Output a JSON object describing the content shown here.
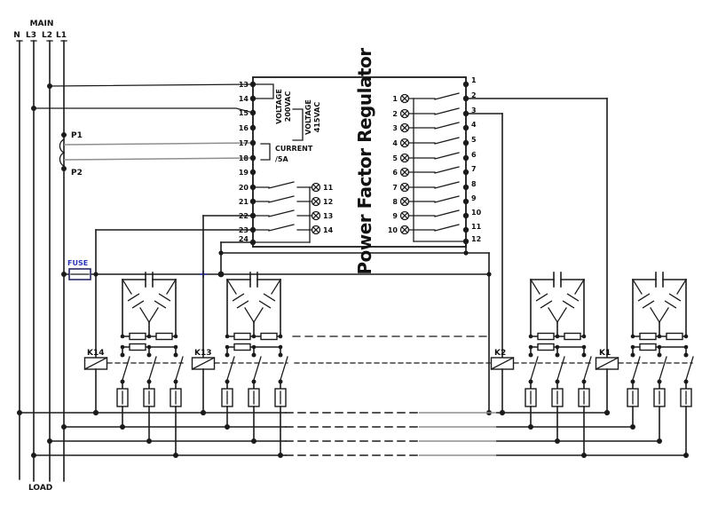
{
  "header": {
    "main_label": "MAIN",
    "load_label": "LOAD"
  },
  "phases": {
    "n": "N",
    "l3": "L3",
    "l2": "L2",
    "l1": "L1"
  },
  "ct": {
    "p1": "P1",
    "p2": "P2"
  },
  "fuse": {
    "label": "FUSE"
  },
  "regulator": {
    "title": "Power Factor Regulator",
    "left_pins": [
      "13",
      "14",
      "15",
      "16",
      "17",
      "18",
      "19",
      "20",
      "21",
      "22",
      "23",
      "24"
    ],
    "right_pins": [
      "1",
      "2",
      "3",
      "4",
      "5",
      "6",
      "7",
      "8",
      "9",
      "10",
      "11",
      "12"
    ],
    "voltage_input_1": {
      "line1": "VOLTAGE",
      "line2": "200VAC"
    },
    "voltage_input_2": {
      "line1": "VOLTAGE",
      "line2": "415VAC"
    },
    "current_input": {
      "line1": "CURRENT",
      "line2": "/5A"
    },
    "aux_terminals": [
      "11",
      "12",
      "13",
      "14"
    ],
    "relay_terminals": [
      "1",
      "2",
      "3",
      "4",
      "5",
      "6",
      "7",
      "8",
      "9",
      "10"
    ]
  },
  "contactors": {
    "k14": "K14",
    "k13": "K13",
    "k2": "K2",
    "k1": "K1"
  },
  "colors": {
    "line": "#1b1b1b",
    "gray_line": "#8f8f8f",
    "blue": "#2a35b8",
    "background": "#ffffff"
  }
}
